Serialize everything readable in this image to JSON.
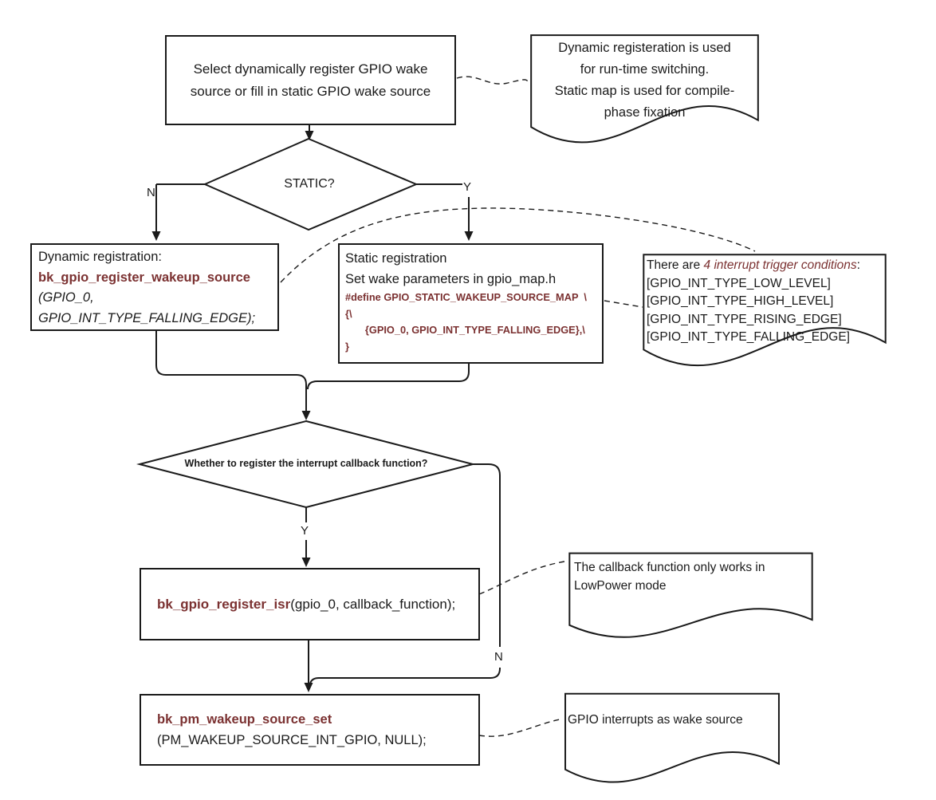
{
  "colors": {
    "ink": "#1a1a1a",
    "accent": "#7b3131",
    "background": "#ffffff"
  },
  "nodes": {
    "select_box": {
      "line1": "Select dynamically register GPIO wake",
      "line2": "source or fill in static GPIO wake source"
    },
    "static_decision": {
      "label": "STATIC?",
      "no_label": "N",
      "yes_label": "Y"
    },
    "dynamic_box": {
      "title": "Dynamic registration:",
      "func": "bk_gpio_register_wakeup_source",
      "arg1": "(GPIO_0,",
      "arg2": "GPIO_INT_TYPE_FALLING_EDGE);"
    },
    "static_box": {
      "line1": "Static registration",
      "line2": "Set wake parameters in gpio_map.h",
      "code1": "#define GPIO_STATIC_WAKEUP_SOURCE_MAP  \\",
      "code2": "{\\",
      "code3": "       {GPIO_0, GPIO_INT_TYPE_FALLING_EDGE},\\",
      "code4": "}"
    },
    "callback_decision": {
      "label": "Whether to register the interrupt callback function?",
      "yes_label": "Y",
      "no_label": "N"
    },
    "isr_box": {
      "func": "bk_gpio_register_isr",
      "args": "(gpio_0, callback_function);"
    },
    "pm_box": {
      "func": "bk_pm_wakeup_source_set",
      "args": "(PM_WAKEUP_SOURCE_INT_GPIO, NULL);"
    }
  },
  "callouts": {
    "dynamic_static_note": {
      "line1": "Dynamic registeration is used",
      "line2": "for run-time switching.",
      "line3": "Static map is used for compile-",
      "line4": "phase fixation"
    },
    "trigger_note": {
      "prefix": "There are ",
      "highlight": "4 interrupt trigger conditions",
      "suffix": ":",
      "item1": "[GPIO_INT_TYPE_LOW_LEVEL]",
      "item2": "[GPIO_INT_TYPE_HIGH_LEVEL]",
      "item3": "[GPIO_INT_TYPE_RISING_EDGE]",
      "item4": "[GPIO_INT_TYPE_FALLING_EDGE]"
    },
    "callback_note": {
      "line1": "The callback function only works in",
      "line2": "LowPower mode"
    },
    "wake_note": {
      "line1": "GPIO interrupts as wake source"
    }
  }
}
